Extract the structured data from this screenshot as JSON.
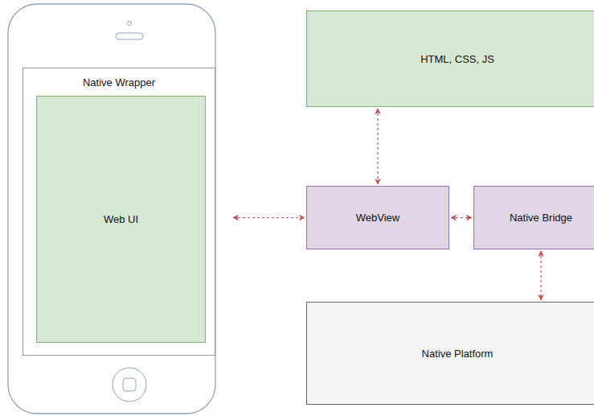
{
  "diagram": {
    "nodes": [
      {
        "text": [
          "Native Wrapper"
        ]
      },
      {
        "text": [
          "Web UI"
        ],
        "in": 0
      },
      {
        "text": [
          "HTML, CSS, JS"
        ]
      },
      {
        "text": [
          "WebView"
        ]
      },
      {
        "text": [
          "Native Bridge"
        ]
      },
      {
        "text": [
          "Native Platform"
        ]
      }
    ],
    "edges": [
      {
        "from": 0,
        "to": 3,
        "arrow": "both"
      },
      {
        "from": 2,
        "to": 3,
        "arrow": "both"
      },
      {
        "from": 3,
        "to": 4,
        "arrow": "both"
      },
      {
        "from": 4,
        "to": 5,
        "arrow": "both"
      }
    ]
  }
}
